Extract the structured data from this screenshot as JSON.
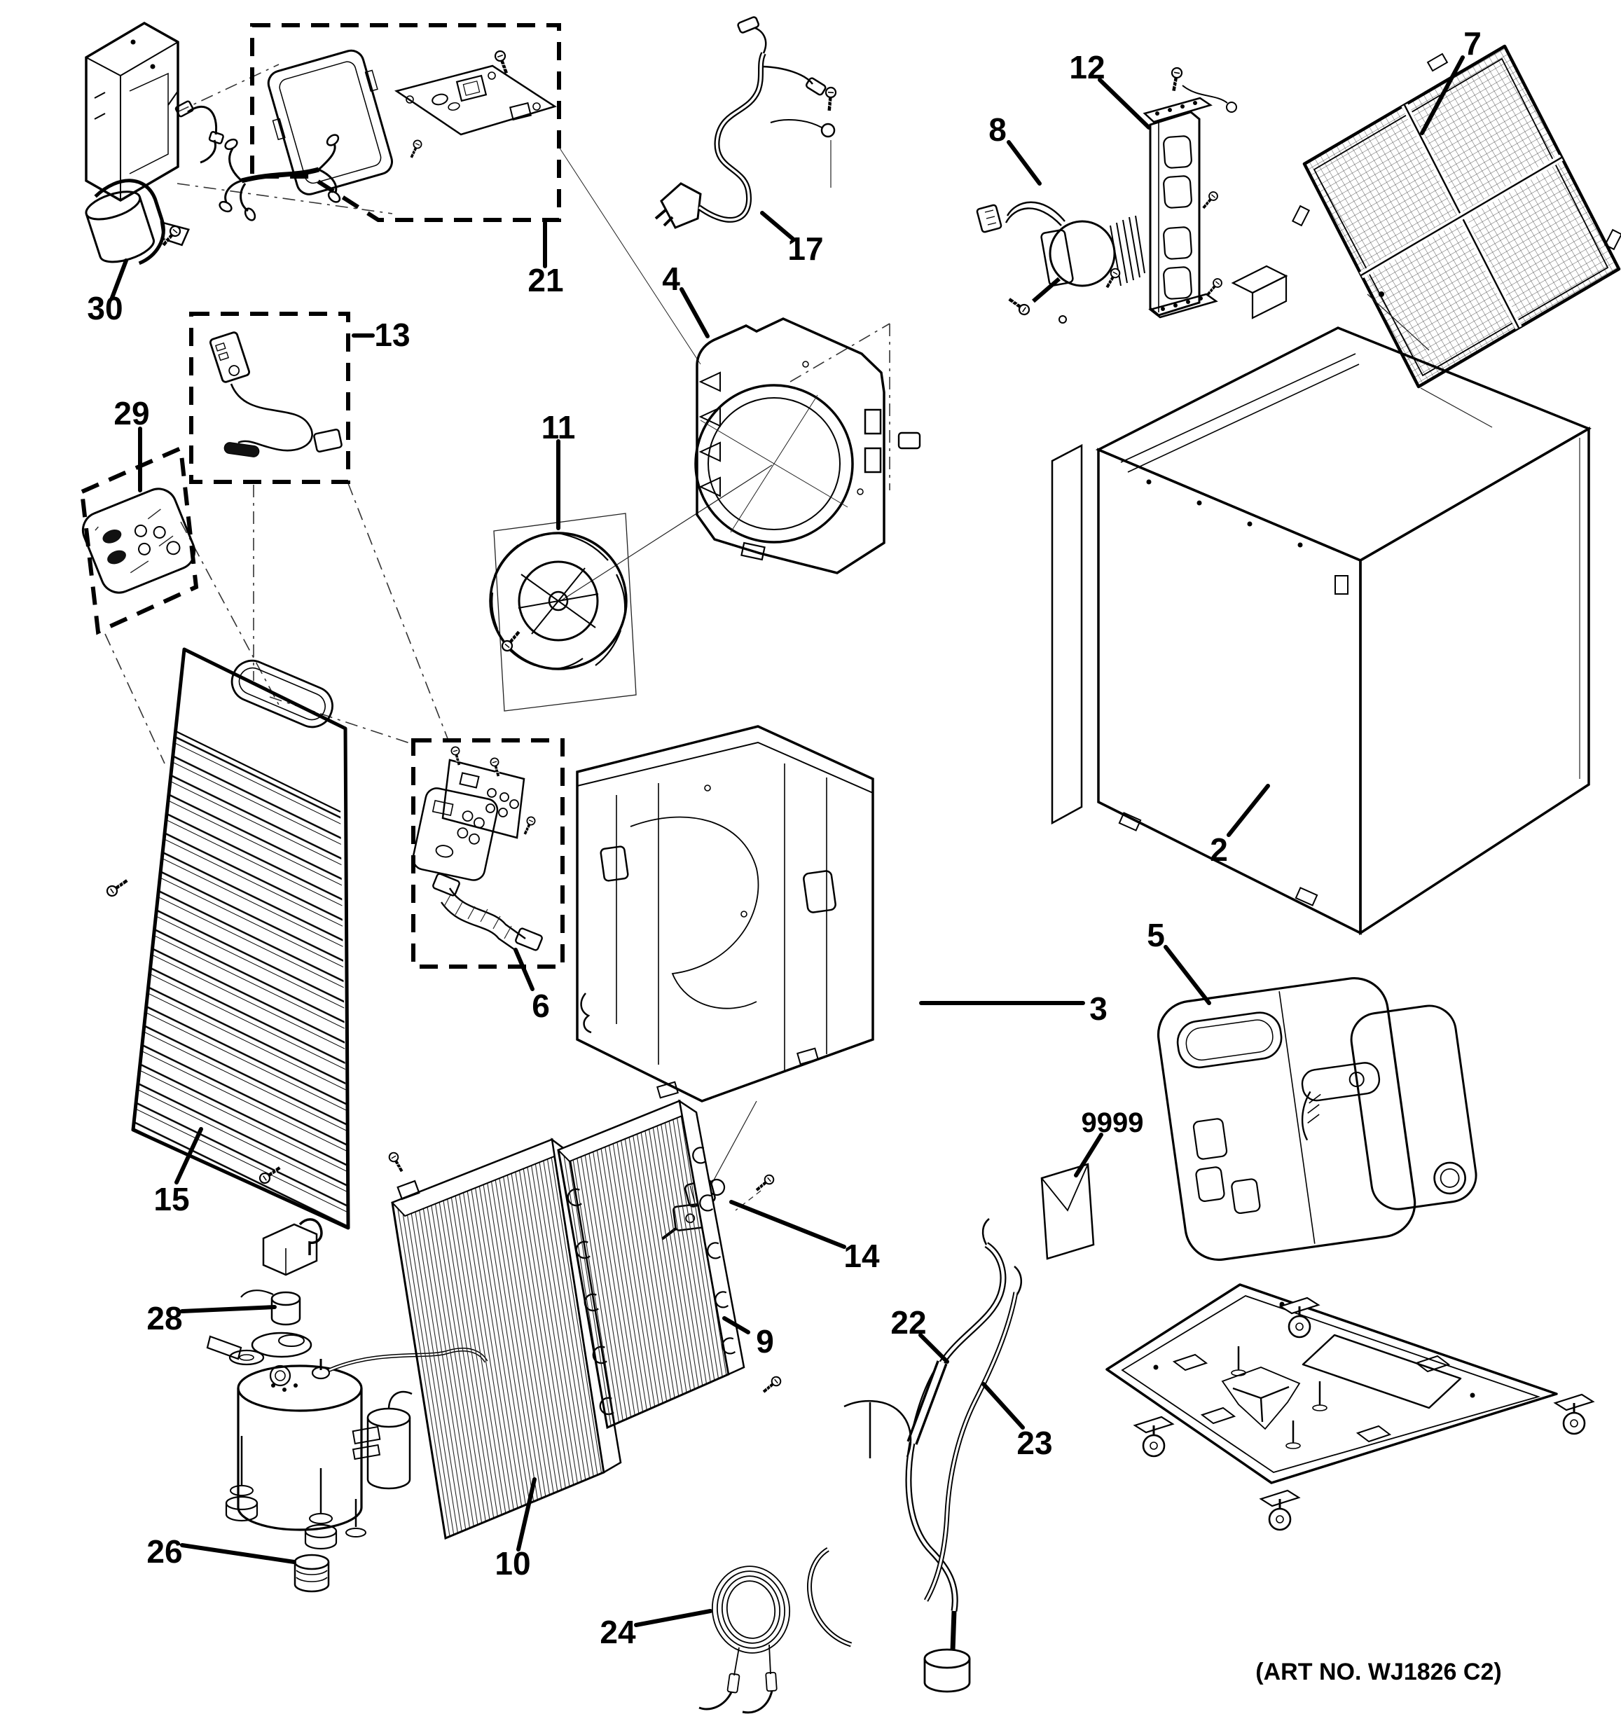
{
  "diagram": {
    "art_no": "(ART NO. WJ1826 C2)"
  },
  "callouts": [
    {
      "label": "30"
    },
    {
      "label": "21"
    },
    {
      "label": "13"
    },
    {
      "label": "29"
    },
    {
      "label": "17"
    },
    {
      "label": "4"
    },
    {
      "label": "8"
    },
    {
      "label": "12"
    },
    {
      "label": "7"
    },
    {
      "label": "11"
    },
    {
      "label": "2"
    },
    {
      "label": "6"
    },
    {
      "label": "3"
    },
    {
      "label": "5"
    },
    {
      "label": "9999"
    },
    {
      "label": "15"
    },
    {
      "label": "14"
    },
    {
      "label": "9"
    },
    {
      "label": "10"
    },
    {
      "label": "22"
    },
    {
      "label": "23"
    },
    {
      "label": "24"
    },
    {
      "label": "26"
    },
    {
      "label": "28"
    }
  ]
}
